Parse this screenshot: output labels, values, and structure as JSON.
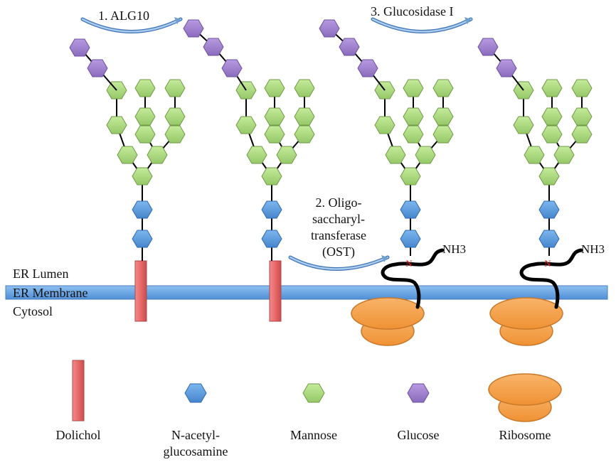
{
  "steps": {
    "step1": "1.  ALG10",
    "step2": [
      "2.  Oligo-",
      "saccharyl-",
      "transferase",
      "(OST)"
    ],
    "step3": "3.  Glucosidase I"
  },
  "regions": {
    "lumen": "ER Lumen",
    "membrane": "ER Membrane",
    "cytosol": "Cytosol"
  },
  "residue_labels": {
    "asparagine": "N",
    "amino_terminus": "NH3"
  },
  "legend": {
    "dolichol": "Dolichol",
    "nacetyl": [
      "N-acetyl-",
      "glucosamine"
    ],
    "mannose": "Mannose",
    "glucose": "Glucose",
    "ribosome": "Ribosome"
  },
  "colors": {
    "glucose": "#9b7fc7",
    "mannose": "#a9d77c",
    "glcnac": "#5b9bd5",
    "dolichol": "#e26b6b",
    "membrane": "#6aa8e6",
    "ribosome": "#f5a04a",
    "arrow": "#6f9fce",
    "asparagine": "#e02020"
  }
}
